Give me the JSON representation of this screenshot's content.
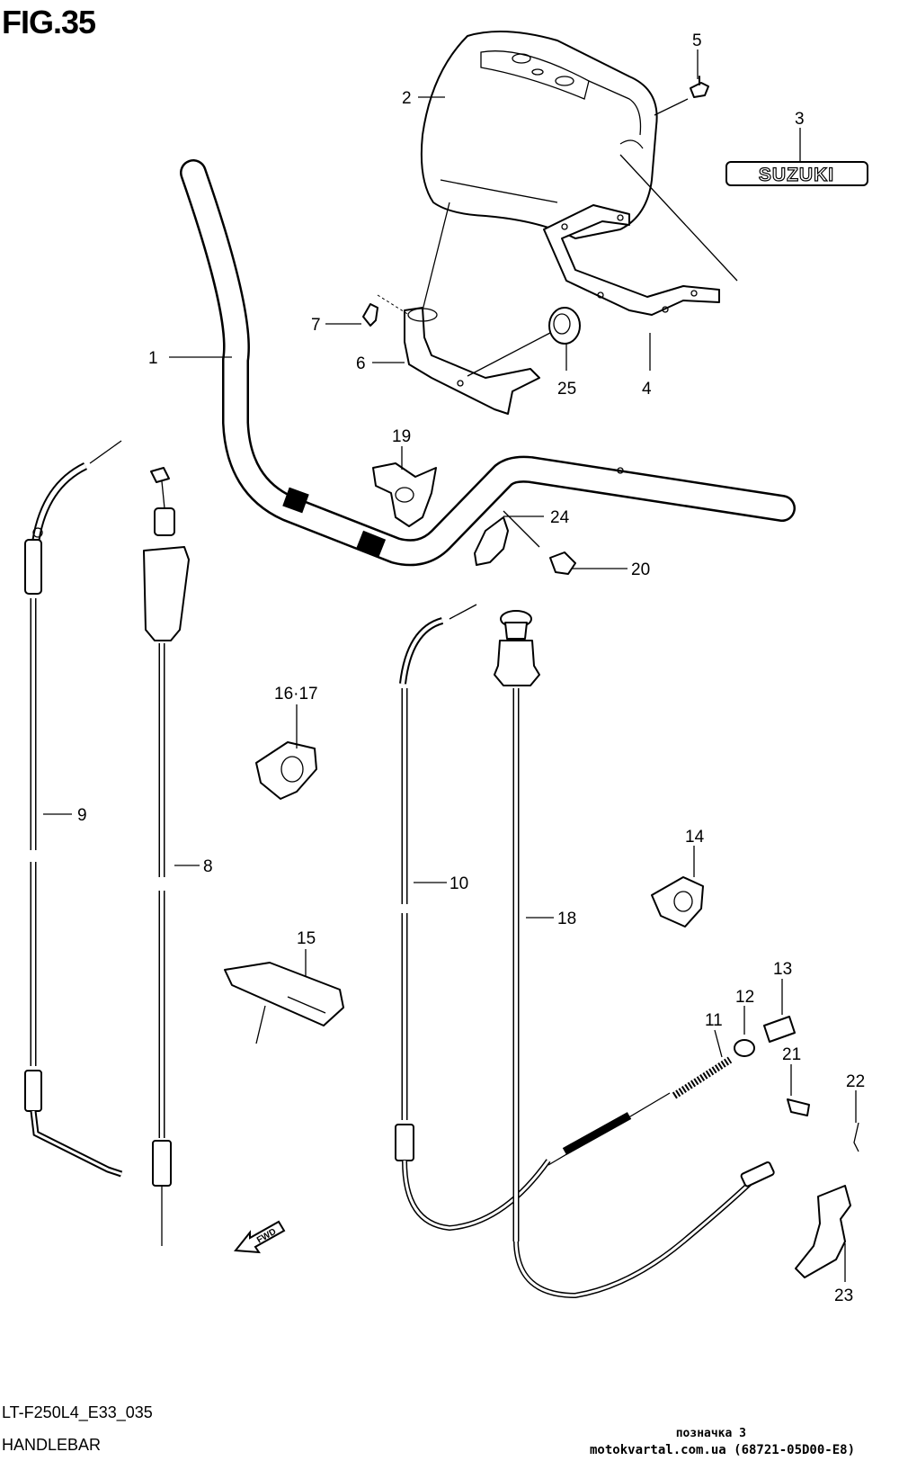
{
  "figure": {
    "title": "FIG.35",
    "model_code": "LT-F250L4_E33_035",
    "name": "HANDLEBAR"
  },
  "logo_text": "SUZUKI",
  "callouts": [
    "1",
    "2",
    "3",
    "4",
    "5",
    "6",
    "7",
    "8",
    "9",
    "10",
    "11",
    "12",
    "13",
    "14",
    "15",
    "16·17",
    "18",
    "19",
    "20",
    "21",
    "22",
    "23",
    "24",
    "25"
  ],
  "fwd_label": "FWD",
  "watermark": {
    "line1": "позначка 3",
    "line2": "motokvartal.com.ua (68721-05D00-E8)"
  }
}
